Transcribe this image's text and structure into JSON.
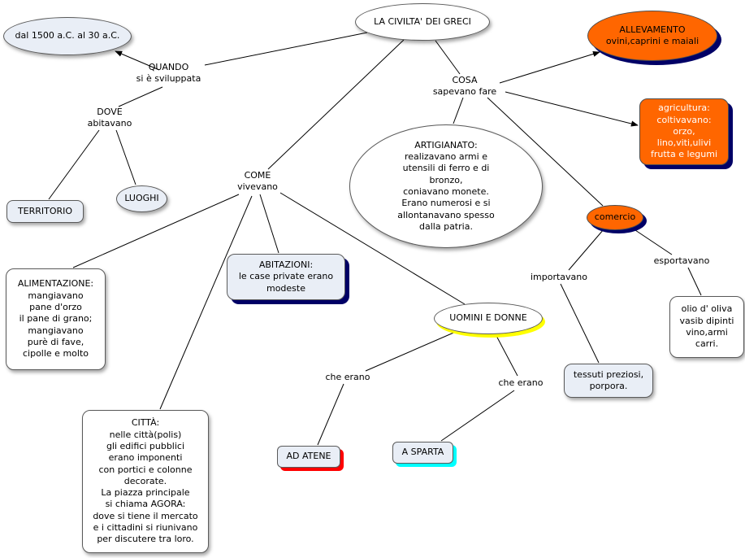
{
  "map_title": "LA CIVILTA' DEI GRECI",
  "colors": {
    "node_light": "#e9eef6",
    "node_white": "#ffffff",
    "accent_orange": "#ff6600",
    "shadow_navy": "#000066",
    "shadow_yellow": "#ffff00",
    "shadow_red": "#ff0000",
    "shadow_cyan": "#00ffff",
    "line": "#000000"
  },
  "nodes": {
    "title": "LA CIVILTA' DEI GRECI",
    "periodo": "dal 1500 a.C. al 30 a.C.",
    "territorio": "TERRITORIO",
    "luoghi": "LUOGHI",
    "allevamento": "ALLEVAMENTO\novini,caprini e maiali",
    "agricoltura": "agricultura:\ncoltivavano:\norzo,\nlino,viti,ulivi\nfrutta e legumi",
    "artigianato": "ARTIGIANATO:\nrealizavano armi e\nutensili di ferro e di\nbronzo,\nconiavano monete.\nErano numerosi e si\nallontanavano spesso\ndalla patria.",
    "commercio": "comercio",
    "tessuti": "tessuti preziosi,\nporpora.",
    "olio": "olio d' oliva\nvasib dipinti\nvino,armi\ncarri.",
    "abitazioni": "ABITAZIONI:\nle case private erano\nmodeste",
    "alimentazione": "ALIMENTAZIONE:\nmangiavano\npane d'orzo\nil pane di grano;\nmangiavano\npurè di fave,\ncipolle e molto",
    "uomini_e_donne": "UOMINI E DONNE",
    "ad_atene": "AD ATENE",
    "a_sparta": "A SPARTA",
    "citta": "CITTÀ:\nnelle città(polis)\ngli edifici pubblici\nerano imponenti\ncon portici e colonne\ndecorate.\nLa piazza principale\nsi chiama AGORA:\ndove si tiene il mercato\ne i cittadini si riunivano\nper discutere tra loro."
  },
  "links": {
    "quando": "QUANDO\nsi è sviluppata",
    "dove": "DOVE\nabitavano",
    "come": "COME\nvivevano",
    "cosa": "COSA\nsapevano fare",
    "importavano": "importavano",
    "esportavano": "esportavano",
    "che_erano_atene": "che erano",
    "che_erano_sparta": "che erano"
  }
}
